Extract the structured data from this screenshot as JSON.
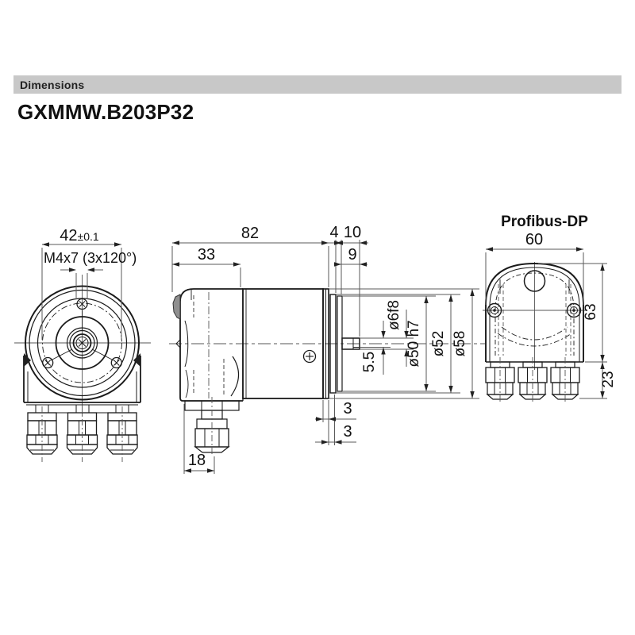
{
  "page": {
    "section_header": "Dimensions",
    "product_title": "GXMMW.B203P32"
  },
  "front_view": {
    "bolt_circle_dim": "42",
    "bolt_circle_tol": "±0.1",
    "screw_spec": "M4x7 (3x120°)"
  },
  "side_view": {
    "overall_length": "82",
    "cap_length": "33",
    "flange_step": "4",
    "shaft_total_length": "10",
    "shaft_usable_length": "9",
    "shaft_diameter": "ø6f8",
    "shaft_flat": "5.5",
    "pilot_diameter": "ø50 h7",
    "ring_diameter": "ø52",
    "body_diameter": "ø58",
    "flange_thickness_a": "3",
    "flange_thickness_b": "3",
    "gland_offset": "18"
  },
  "rear_view": {
    "title": "Profibus-DP",
    "width": "60",
    "height": "63",
    "gland_height": "23"
  },
  "colors": {
    "section_bar": "#c8c8c8",
    "outline": "#1a1a1a",
    "dimension_lines": "#5a5a5a",
    "background": "#ffffff"
  }
}
